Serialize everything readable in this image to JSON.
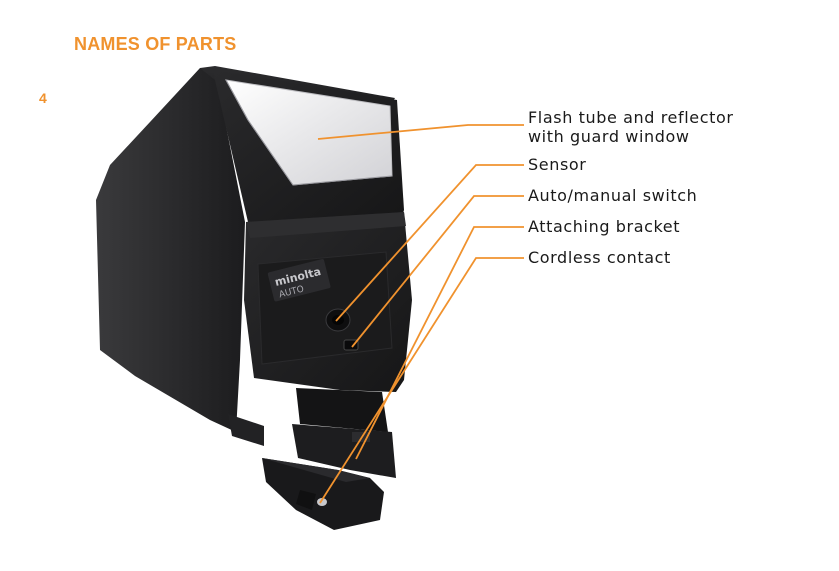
{
  "page": {
    "title": "NAMES OF PARTS",
    "page_number": "4",
    "accent_color": "#f0922e"
  },
  "flash_unit": {
    "brand_text": "minolta",
    "model_text": "AUTO"
  },
  "labels": [
    {
      "line1": "Flash tube and reflector",
      "line2": "with guard window"
    },
    {
      "line1": "Sensor"
    },
    {
      "line1": "Auto/manual switch"
    },
    {
      "line1": "Attaching bracket"
    },
    {
      "line1": "Cordless contact"
    }
  ]
}
